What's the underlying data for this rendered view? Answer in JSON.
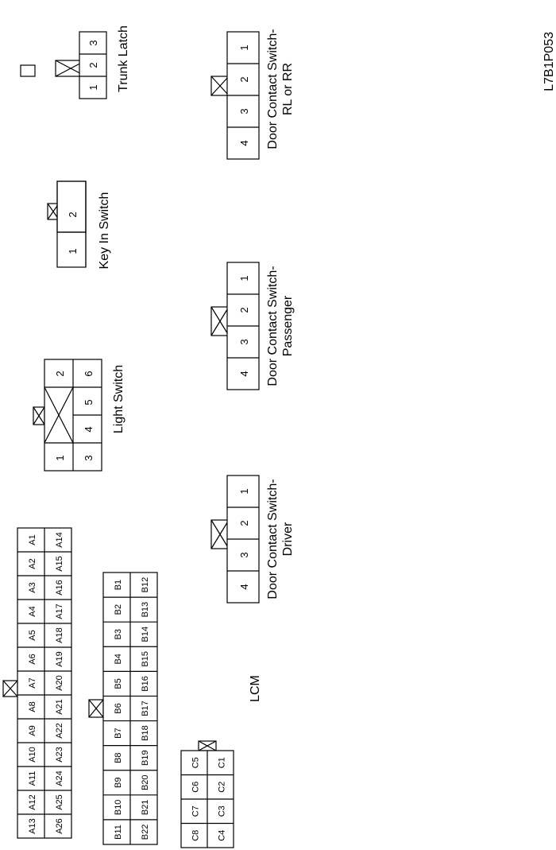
{
  "diagram_id": "L7B1P053",
  "labels": {
    "trunk_latch": "Trunk Latch",
    "dcs_rear_line1": "Door Contact Switch-",
    "dcs_rear_line2": "RL or RR",
    "key_in_switch": "Key In Switch",
    "dcs_passenger_line1": "Door Contact Switch-",
    "dcs_passenger_line2": "Passenger",
    "light_switch": "Light Switch",
    "dcs_driver_line1": "Door Contact Switch-",
    "dcs_driver_line2": "Driver",
    "lcm": "LCM"
  },
  "connectors": {
    "trunk_latch": {
      "pins": [
        "1",
        "2",
        "3"
      ]
    },
    "door_contact_rear": {
      "pins": [
        "4",
        "3",
        "2",
        "1"
      ]
    },
    "key_in_switch": {
      "pins": [
        "1",
        "2"
      ]
    },
    "door_contact_passenger": {
      "pins": [
        "4",
        "3",
        "2",
        "1"
      ]
    },
    "light_switch": {
      "top_pins": [
        "1",
        "2"
      ],
      "bottom_pins": [
        "3",
        "4",
        "5",
        "6"
      ]
    },
    "door_contact_driver": {
      "pins": [
        "4",
        "3",
        "2",
        "1"
      ]
    },
    "lcm_a": {
      "row1": [
        "A13",
        "A12",
        "A11",
        "A10",
        "A9",
        "A8",
        "A7",
        "A6",
        "A5",
        "A4",
        "A3",
        "A2",
        "A1"
      ],
      "row2": [
        "A26",
        "A25",
        "A24",
        "A23",
        "A22",
        "A21",
        "A20",
        "A19",
        "A18",
        "A17",
        "A16",
        "A15",
        "A14"
      ]
    },
    "lcm_b": {
      "row1": [
        "B11",
        "B10",
        "B9",
        "B8",
        "B7",
        "B6",
        "B5",
        "B4",
        "B3",
        "B2",
        "B1"
      ],
      "row2": [
        "B22",
        "B21",
        "B20",
        "B19",
        "B18",
        "B17",
        "B16",
        "B15",
        "B14",
        "B13",
        "B12"
      ]
    },
    "lcm_c": {
      "row1": [
        "C8",
        "C7",
        "C6",
        "C5"
      ],
      "row2": [
        "C4",
        "C3",
        "C2",
        "C1"
      ]
    }
  }
}
